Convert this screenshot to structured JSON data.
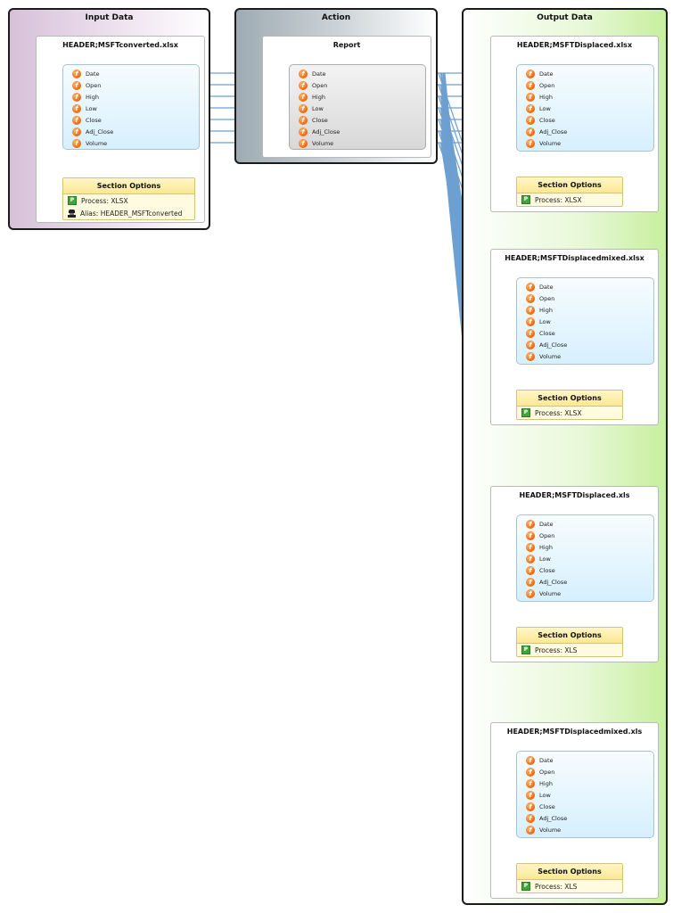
{
  "input_panel": {
    "title": "Input Data",
    "document": {
      "title": "HEADER;MSFTconverted.xlsx",
      "fields": [
        "Date",
        "Open",
        "High",
        "Low",
        "Close",
        "Adj_Close",
        "Volume"
      ],
      "options": {
        "title": "Section Options",
        "rows": [
          {
            "icon": "p-icon",
            "text": "Process: XLSX"
          },
          {
            "icon": "spy-icon",
            "text": "Alias: HEADER_MSFTconverted"
          }
        ]
      }
    }
  },
  "action_panel": {
    "title": "Action",
    "document": {
      "title": "Report",
      "fields": [
        "Date",
        "Open",
        "High",
        "Low",
        "Close",
        "Adj_Close",
        "Volume"
      ]
    }
  },
  "output_panel": {
    "title": "Output Data",
    "documents": [
      {
        "title": "HEADER;MSFTDisplaced.xlsx",
        "fields": [
          "Date",
          "Open",
          "High",
          "Low",
          "Close",
          "Adj_Close",
          "Volume"
        ],
        "options": {
          "title": "Section Options",
          "rows": [
            {
              "icon": "p-icon",
              "text": "Process: XLSX"
            }
          ]
        }
      },
      {
        "title": "HEADER;MSFTDisplacedmixed.xlsx",
        "fields": [
          "Date",
          "Open",
          "High",
          "Low",
          "Close",
          "Adj_Close",
          "Volume"
        ],
        "options": {
          "title": "Section Options",
          "rows": [
            {
              "icon": "p-icon",
              "text": "Process: XLSX"
            }
          ]
        }
      },
      {
        "title": "HEADER;MSFTDisplaced.xls",
        "fields": [
          "Date",
          "Open",
          "High",
          "Low",
          "Close",
          "Adj_Close",
          "Volume"
        ],
        "options": {
          "title": "Section Options",
          "rows": [
            {
              "icon": "p-icon",
              "text": "Process: XLS"
            }
          ]
        }
      },
      {
        "title": "HEADER;MSFTDisplacedmixed.xls",
        "fields": [
          "Date",
          "Open",
          "High",
          "Low",
          "Close",
          "Adj_Close",
          "Volume"
        ],
        "options": {
          "title": "Section Options",
          "rows": [
            {
              "icon": "p-icon",
              "text": "Process: XLS"
            }
          ]
        }
      }
    ]
  },
  "field_icon_glyph": "f",
  "colors": {
    "connector": "#6d9fd1",
    "connector_dark": "#4a7fb8",
    "field_icon": "#f26b10",
    "process_icon": "#41a53a"
  }
}
